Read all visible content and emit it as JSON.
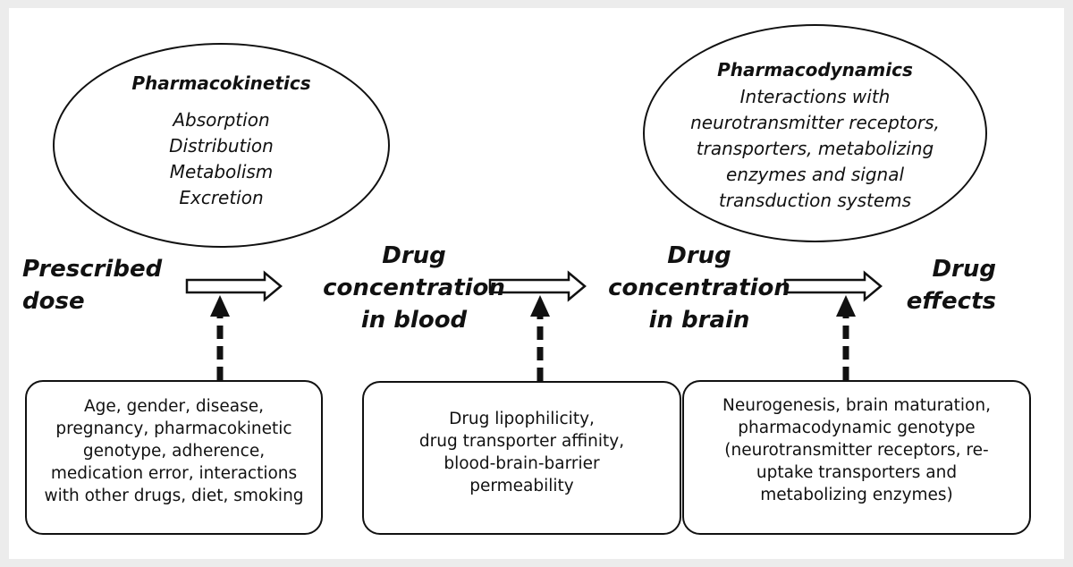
{
  "pharmacokinetics": {
    "title": "Pharmacokinetics",
    "lines": [
      "Absorption",
      "Distribution",
      "Metabolism",
      "Excretion"
    ]
  },
  "pharmacodynamics": {
    "title": "Pharmacodynamics",
    "lines": [
      "Interactions with",
      "neurotransmitter receptors,",
      "transporters, metabolizing",
      "enzymes and signal",
      "transduction systems"
    ]
  },
  "stages": [
    {
      "lines": [
        "Prescribed",
        "dose"
      ]
    },
    {
      "lines": [
        "Drug",
        "concentration",
        "in blood"
      ]
    },
    {
      "lines": [
        "Drug",
        "concentration",
        "in brain"
      ]
    },
    {
      "lines": [
        "Drug",
        "effects"
      ]
    }
  ],
  "factor_boxes": [
    {
      "lines": [
        "Age, gender, disease,",
        "pregnancy, pharmacokinetic",
        "genotype, adherence,",
        "medication error, interactions",
        "with other drugs, diet, smoking"
      ]
    },
    {
      "lines": [
        "Drug lipophilicity,",
        "drug transporter affinity,",
        "blood-brain-barrier",
        "permeability"
      ]
    },
    {
      "lines": [
        "Neurogenesis, brain maturation,",
        "pharmacodynamic genotype",
        "(neurotransmitter receptors, re-",
        "uptake transporters and",
        "metabolizing enzymes)"
      ]
    }
  ]
}
